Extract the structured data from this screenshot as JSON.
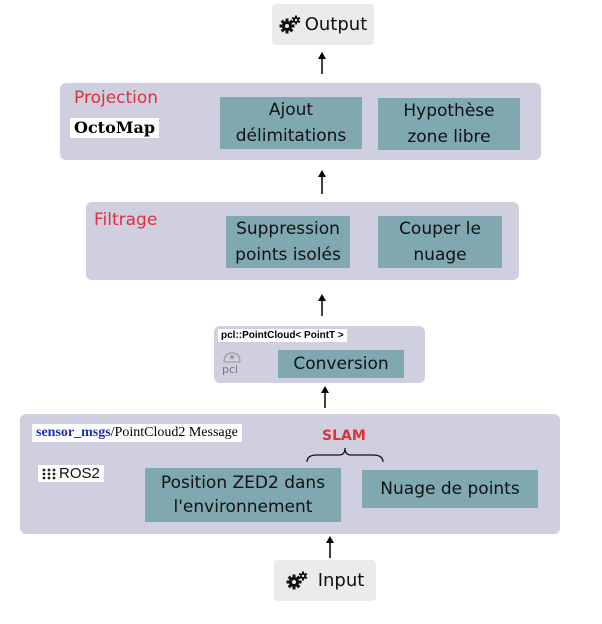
{
  "output": {
    "label": "Output",
    "icon": "gears-icon"
  },
  "input": {
    "label": "Input",
    "icon": "gears-icon"
  },
  "projection": {
    "title": "Projection",
    "library": "OctoMap",
    "steps": [
      "Ajout\ndélimitations",
      "Hypothèse\nzone libre"
    ]
  },
  "filtrage": {
    "title": "Filtrage",
    "steps": [
      "Suppression\npoints isolés",
      "Couper le\nnuage"
    ]
  },
  "conversion": {
    "type_label": "pcl::PointCloud< PointT >",
    "logo_text": "pcl",
    "step": "Conversion"
  },
  "slam": {
    "msg_package": "sensor_msgs",
    "msg_type": "/PointCloud2 Message",
    "ros_logo": "ROS2",
    "group_label": "SLAM",
    "steps": [
      "Position ZED2 dans\nl'environnement",
      "Nuage de points"
    ]
  },
  "colors": {
    "panel": "#d0cfe0",
    "box": "#7fa8b1",
    "title_red": "#e0303a",
    "io_bg": "#ebebeb"
  }
}
